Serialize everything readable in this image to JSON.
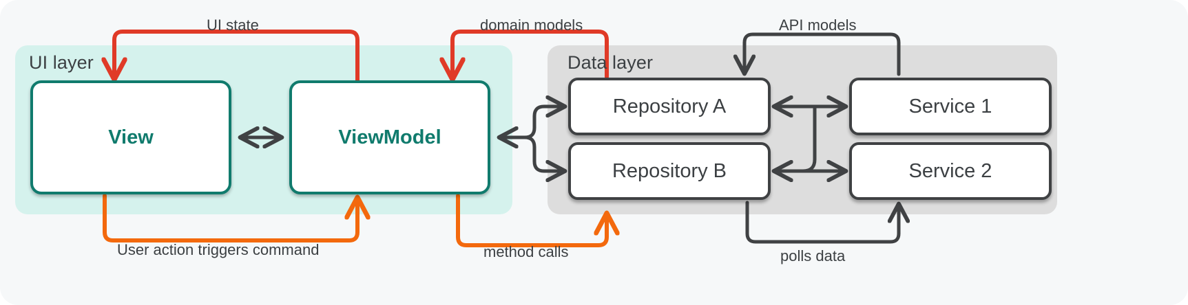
{
  "diagram": {
    "title": "MVVM architecture with UI layer and Data layer",
    "type": "architecture-flow"
  },
  "layers": [
    {
      "id": "ui",
      "label": "UI layer",
      "background": "#d5f2ed"
    },
    {
      "id": "data",
      "label": "Data layer",
      "background": "#dddddd"
    }
  ],
  "nodes": [
    {
      "id": "view",
      "label": "View",
      "layer": "ui",
      "border": "#107b6d",
      "text_color": "#107b6d"
    },
    {
      "id": "viewmodel",
      "label": "ViewModel",
      "layer": "ui",
      "border": "#107b6d",
      "text_color": "#107b6d"
    },
    {
      "id": "repo-a",
      "label": "Repository A",
      "layer": "data",
      "border": "#3f4143",
      "text_color": "#3c4043"
    },
    {
      "id": "repo-b",
      "label": "Repository B",
      "layer": "data",
      "border": "#3f4143",
      "text_color": "#3c4043"
    },
    {
      "id": "service-1",
      "label": "Service  1",
      "layer": "data",
      "border": "#3f4143",
      "text_color": "#3c4043"
    },
    {
      "id": "service-2",
      "label": "Service 2",
      "layer": "data",
      "border": "#3f4143",
      "text_color": "#3c4043"
    }
  ],
  "edges": [
    {
      "id": "ui-state",
      "label": "UI state",
      "from": "viewmodel",
      "to": "view",
      "color": "#e03a27"
    },
    {
      "id": "domain-models",
      "label": "domain models",
      "from": "repo-a",
      "to": "viewmodel",
      "color": "#e03a27"
    },
    {
      "id": "api-models",
      "label": "API models",
      "from": "service-1",
      "to": "repo-a",
      "color": "#404244"
    },
    {
      "id": "user-action",
      "label": "User action triggers command",
      "from": "view",
      "to": "viewmodel",
      "color": "#f3690d"
    },
    {
      "id": "method-calls",
      "label": "method calls",
      "from": "viewmodel",
      "to": "repo-b",
      "color": "#f3690d"
    },
    {
      "id": "polls-data",
      "label": "polls data",
      "from": "repo-b",
      "to": "service-2",
      "color": "#404244"
    },
    {
      "id": "view-viewmodel",
      "label": "",
      "from": "view",
      "to": "viewmodel",
      "color": "#404244",
      "bidirectional": true
    },
    {
      "id": "viewmodel-repos",
      "label": "",
      "from": "repo-a",
      "to": "viewmodel",
      "color": "#404244",
      "bidirectional": false
    },
    {
      "id": "repoa-service1",
      "label": "",
      "from": "repo-a",
      "to": "service-1",
      "color": "#404244",
      "bidirectional": true
    },
    {
      "id": "repob-service2",
      "label": "",
      "from": "repo-b",
      "to": "service-2",
      "color": "#404244",
      "bidirectional": true
    }
  ],
  "colors": {
    "page_background": "#f6f8f9",
    "red_arrow": "#e03a27",
    "orange_arrow": "#f3690d",
    "gray_arrow": "#404244",
    "teal": "#107b6d"
  }
}
